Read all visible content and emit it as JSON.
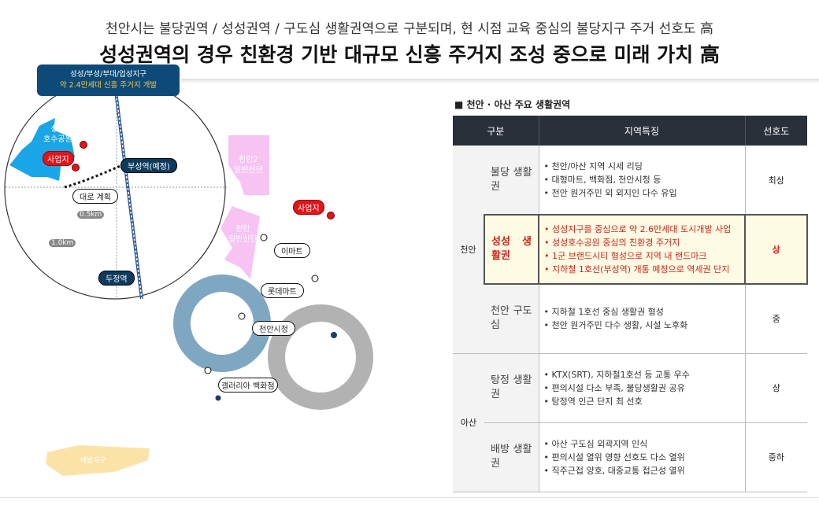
{
  "header": {
    "subtitle": "천안시는 불당권역 / 성성권역 / 구도심 생활권역으로 구분되며, 현 시점 교육 중심의 불당지구 주거 선호도 高",
    "title": "성성권역의 경우 친환경 기반 대규모 신흥 주거지 조성 중으로 미래 가치 高"
  },
  "map": {
    "callout_line1": "성성/부성/부대/업성지구",
    "callout_line2": "약 2.4만세대 신흥 주거지 개발",
    "park": "성성\n호수공원",
    "site_label": "사업지",
    "station_new": "부성역(예정)",
    "road_plan": "대로 계획",
    "dist_05": "0.5km",
    "dist_10": "1.0km",
    "station_dujeong": "두정역",
    "industrial2": "천안2\n일반산단",
    "industrial": "천안\n일반산단",
    "emart": "이마트",
    "lotte": "롯데마트",
    "cityhall": "천안시청",
    "galleria": "갤러리아 백화점",
    "baebang": "배방지구"
  },
  "table": {
    "section_title": "■ 천안 · 아산 주요 생활권역",
    "headers": [
      "구분",
      "지역특징",
      "선호도"
    ],
    "groups": [
      "천안",
      "아산"
    ],
    "rows": [
      {
        "name": "불당 생활권",
        "features": [
          "• 천안/아산 지역 시세 리딩",
          "• 대형마트, 백화점, 천안시청 등",
          "• 천안 원거주민 외 외지인 다수 유입"
        ],
        "pref": "최상"
      },
      {
        "name": "성성 생활권",
        "features": [
          "• 성성지구를 중심으로 약 2.6만세대 도시개발 사업",
          "• 성성호수공원 중심의 친환경 주거지",
          "• 1군 브랜드시티 형성으로 지역 내 랜드마크",
          "• 지하철 1호선(부성역) 개통 예정으로 역세권 단지"
        ],
        "pref": "상"
      },
      {
        "name": "천안 구도심",
        "features": [
          "• 지하철 1호선 중심 생활권 형성",
          "• 천안 원거주민 다수 생활, 시설 노후화"
        ],
        "pref": "중"
      },
      {
        "name": "탕정 생활권",
        "features": [
          "• KTX(SRT), 지하철1호선 등 교통 우수",
          "• 편의시설 다소 부족, 불당생활권 공유",
          "• 탕정역 인근 단지 최 선호"
        ],
        "pref": "상"
      },
      {
        "name": "배방 생활권",
        "features": [
          "• 아산 구도심 외곽지역 인식",
          "• 편의시설 열위 영향 선호도 다소 열위",
          "• 직주근접 양호, 대중교통 접근성 열위"
        ],
        "pref": "중하"
      }
    ]
  }
}
